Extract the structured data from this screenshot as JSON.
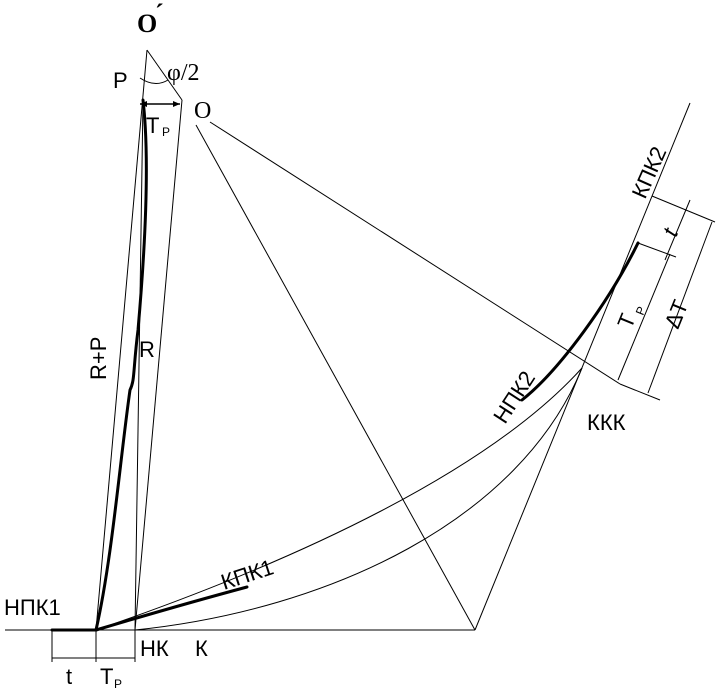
{
  "labels": {
    "o_prime": "O",
    "o_prime_mark": "´",
    "p": "P",
    "phi_half": "φ/2",
    "o": "O",
    "tp_top": "T",
    "tp_top_sub": "P",
    "r_plus_p": "R+P",
    "r": "R",
    "npk1": "НПК1",
    "t_bottom": "t",
    "tp_bottom": "T",
    "tp_bottom_sub": "P",
    "nk": "НК",
    "k": "К",
    "kpk1": "КПК1",
    "npk2": "НПК2",
    "kpk2": "КПК2",
    "kkk": "ККК",
    "t_right": "t",
    "tp_right": "T",
    "tp_right_sub": "P",
    "delta_t": "ΔT"
  }
}
